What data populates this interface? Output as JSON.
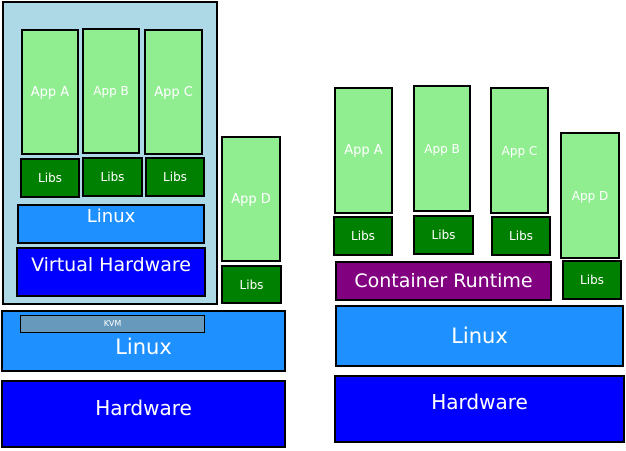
{
  "vm_stack": {
    "apps": [
      "App A",
      "App B",
      "App C"
    ],
    "libs": [
      "Libs",
      "Libs",
      "Libs"
    ],
    "guest_os": "Linux",
    "virtual_hardware": "Virtual Hardware"
  },
  "host_app": {
    "label": "App D",
    "libs": "Libs"
  },
  "host": {
    "kvm": "KVM",
    "os": "Linux",
    "hardware": "Hardware"
  },
  "container_stack": {
    "apps": [
      "App A",
      "App B",
      "App C",
      "App D"
    ],
    "libs": [
      "Libs",
      "Libs",
      "Libs",
      "Libs"
    ],
    "runtime": "Container Runtime",
    "os": "Linux",
    "hardware": "Hardware"
  },
  "colors": {
    "vm_background": "#add8e6",
    "app": "#90ee90",
    "libs": "#008000",
    "linux": "#1e90ff",
    "hardware": "#0000ff",
    "container_runtime": "#800080"
  }
}
